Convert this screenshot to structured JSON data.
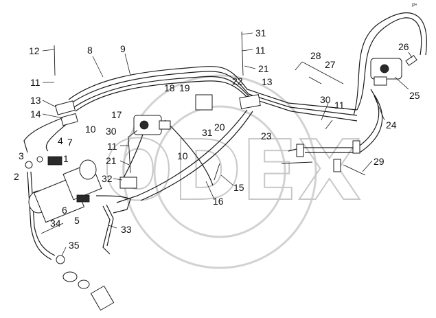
{
  "corner_mark": "P*",
  "watermark": "ODEX",
  "callouts": [
    {
      "id": "c1",
      "text": "1"
    },
    {
      "id": "c2",
      "text": "2"
    },
    {
      "id": "c3",
      "text": "3"
    },
    {
      "id": "c4",
      "text": "4"
    },
    {
      "id": "c5",
      "text": "5"
    },
    {
      "id": "c6",
      "text": "6"
    },
    {
      "id": "c7",
      "text": "7"
    },
    {
      "id": "c8",
      "text": "8"
    },
    {
      "id": "c9",
      "text": "9"
    },
    {
      "id": "c10a",
      "text": "10"
    },
    {
      "id": "c10b",
      "text": "10"
    },
    {
      "id": "c11a",
      "text": "11"
    },
    {
      "id": "c11b",
      "text": "11"
    },
    {
      "id": "c11c",
      "text": "11"
    },
    {
      "id": "c11d",
      "text": "11"
    },
    {
      "id": "c12",
      "text": "12"
    },
    {
      "id": "c13a",
      "text": "13"
    },
    {
      "id": "c13b",
      "text": "13"
    },
    {
      "id": "c14",
      "text": "14"
    },
    {
      "id": "c15",
      "text": "15"
    },
    {
      "id": "c16",
      "text": "16"
    },
    {
      "id": "c17",
      "text": "17"
    },
    {
      "id": "c18",
      "text": "18"
    },
    {
      "id": "c19",
      "text": "19"
    },
    {
      "id": "c20",
      "text": "20"
    },
    {
      "id": "c21a",
      "text": "21"
    },
    {
      "id": "c21b",
      "text": "21"
    },
    {
      "id": "c22",
      "text": "22"
    },
    {
      "id": "c23",
      "text": "23"
    },
    {
      "id": "c24",
      "text": "24"
    },
    {
      "id": "c25",
      "text": "25"
    },
    {
      "id": "c26",
      "text": "26"
    },
    {
      "id": "c27",
      "text": "27"
    },
    {
      "id": "c28",
      "text": "28"
    },
    {
      "id": "c29",
      "text": "29"
    },
    {
      "id": "c30a",
      "text": "30"
    },
    {
      "id": "c30b",
      "text": "30"
    },
    {
      "id": "c31a",
      "text": "31"
    },
    {
      "id": "c31b",
      "text": "31"
    },
    {
      "id": "c32",
      "text": "32"
    },
    {
      "id": "c33",
      "text": "33"
    },
    {
      "id": "c34",
      "text": "34"
    },
    {
      "id": "c35",
      "text": "35"
    }
  ]
}
